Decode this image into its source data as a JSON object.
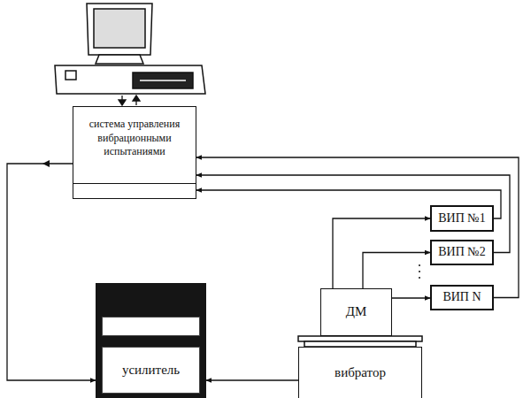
{
  "diagram": {
    "nodes": [
      {
        "text": [
          "система управления вибрационными испытаниями"
        ]
      },
      {
        "text": [
          "ВИП №1"
        ]
      },
      {
        "text": [
          "ВИП №2"
        ]
      },
      {
        "text": [
          "ДМ"
        ]
      },
      {
        "text": [
          "ВИП N"
        ]
      },
      {
        "text": [
          "усилитель"
        ]
      },
      {
        "text": [
          "вибратор"
        ]
      }
    ],
    "edges": [
      {
        "from": 3,
        "to": 1,
        "arrow": "to"
      },
      {
        "from": 3,
        "to": 2,
        "arrow": "to"
      },
      {
        "from": 3,
        "to": 4,
        "arrow": "to"
      },
      {
        "from": 1,
        "to": 0,
        "arrow": "to"
      },
      {
        "from": 2,
        "to": 0,
        "arrow": "to"
      },
      {
        "from": 4,
        "to": 0,
        "arrow": "to"
      },
      {
        "from": 0,
        "to": 5,
        "arrow": "to"
      },
      {
        "from": 6,
        "to": 5,
        "arrow": "to"
      }
    ]
  }
}
